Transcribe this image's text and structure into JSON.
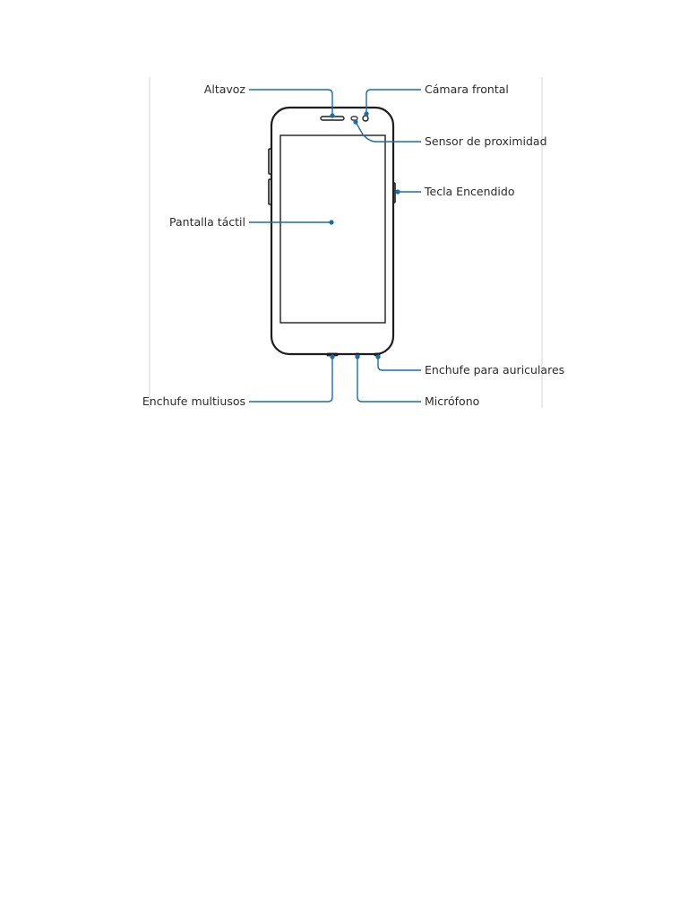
{
  "diagram": {
    "colors": {
      "outline": "#1e1e1e",
      "leader": "#1a6ea8",
      "label_text": "#2b2b2b",
      "frame": "#d6d6d6"
    },
    "labels": {
      "speaker": "Altavoz",
      "front_camera": "Cámara frontal",
      "proximity_sensor": "Sensor de proximidad",
      "power_key": "Tecla Encendido",
      "touchscreen": "Pantalla táctil",
      "headset_jack": "Enchufe para auriculares",
      "multipurpose_jack": "Enchufe multiusos",
      "microphone": "Micrófono"
    }
  }
}
